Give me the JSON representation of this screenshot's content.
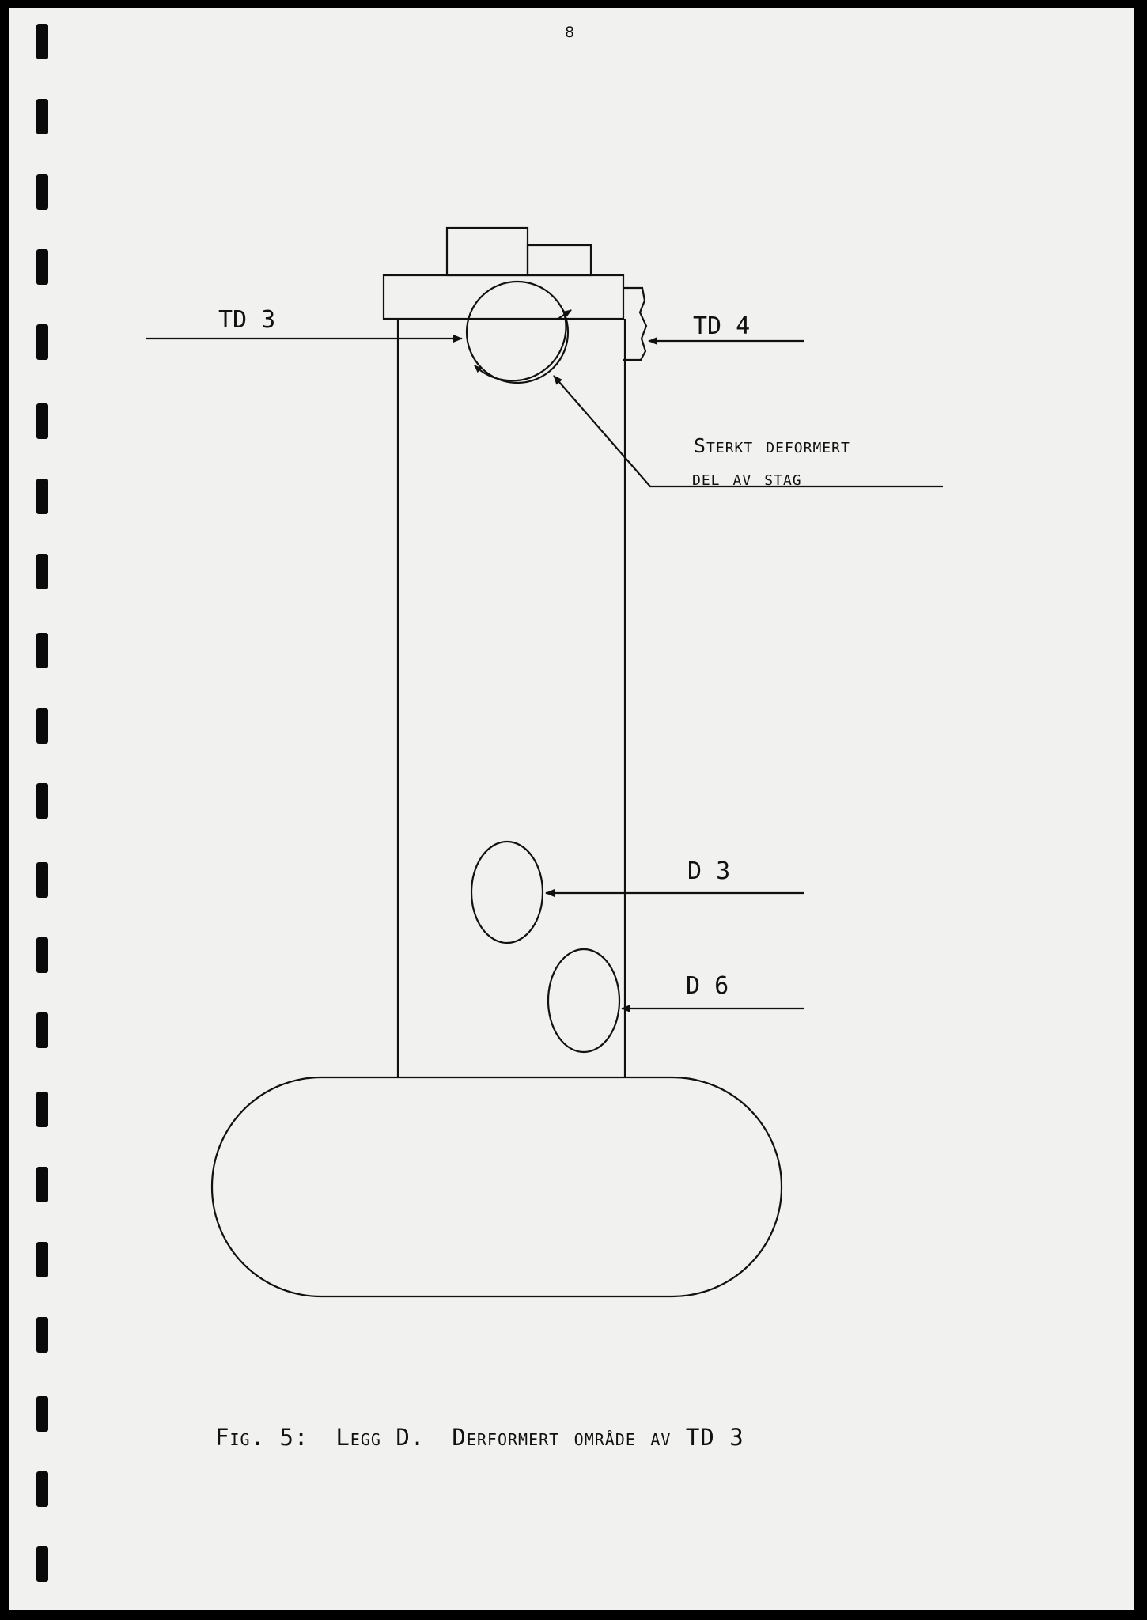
{
  "page": {
    "number": "8"
  },
  "labels": {
    "td3": "TD 3",
    "td4": "TD 4",
    "d3": "D 3",
    "d6": "D 6",
    "note_line1": "Sterkt deformert",
    "note_line2": "del av stag"
  },
  "caption": {
    "fig": "Fig. 5:",
    "leg": "Legg D.",
    "text": "Derformert område av TD 3"
  },
  "colors": {
    "ink": "#111111",
    "paper": "#f1f1ef",
    "frame": "#000000"
  }
}
